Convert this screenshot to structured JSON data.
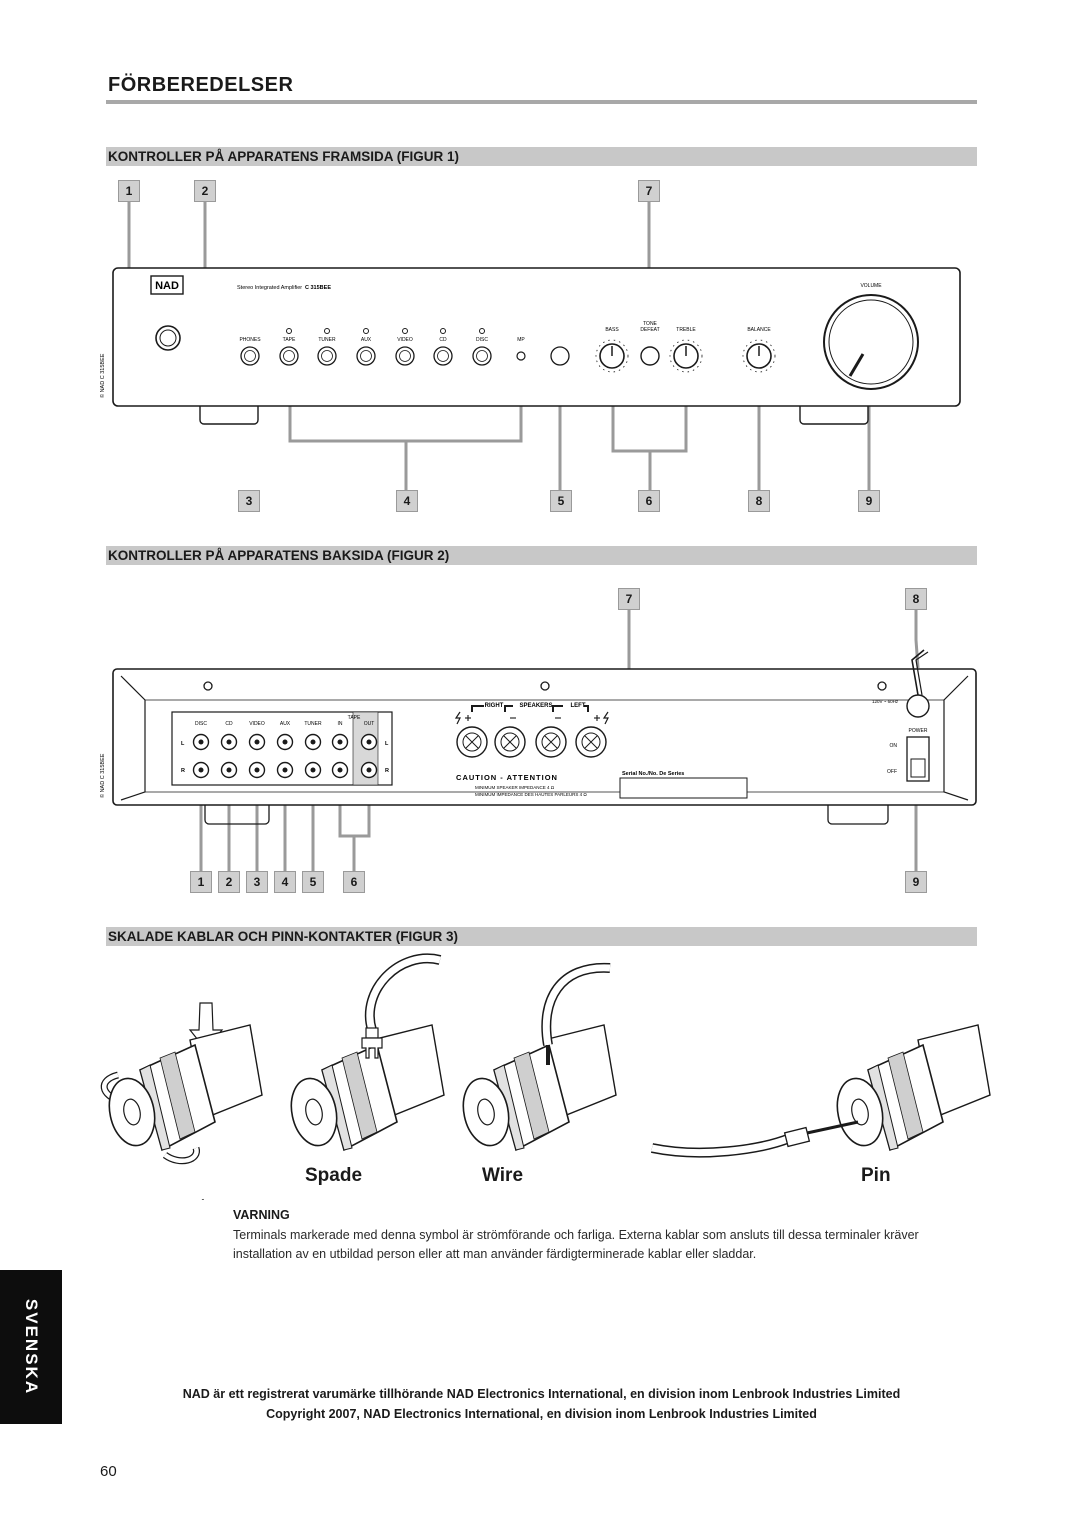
{
  "page_title": "FÖRBEREDELSER",
  "sections": {
    "front": "KONTROLLER PÅ APPARATENS FRAMSIDA (FIGUR 1)",
    "rear": "KONTROLLER PÅ APPARATENS BAKSIDA (FIGUR 2)",
    "cables": "SKALADE KABLAR OCH PINN-KONTAKTER (FIGUR 3)"
  },
  "fig1": {
    "top_badges": [
      "1",
      "2",
      "7"
    ],
    "bottom_badges": [
      "3",
      "4",
      "5",
      "6",
      "8",
      "9"
    ],
    "brand": "NAD",
    "model_prefix": "Stereo Integrated Amplifier",
    "model": "C 315BEE",
    "side_mark": "© NAD C 315BEE",
    "volume_label": "VOLUME",
    "input_labels": [
      "PHONES",
      "TAPE",
      "TUNER",
      "AUX",
      "VIDEO",
      "CD",
      "DISC",
      "MP"
    ],
    "tone_labels": [
      "BASS",
      "TONE",
      "DEFEAT",
      "TREBLE",
      "BALANCE"
    ]
  },
  "fig2": {
    "badges_right": [
      "7",
      "8"
    ],
    "badges_bottom": [
      "1",
      "2",
      "3",
      "4",
      "5",
      "6",
      "9"
    ],
    "side_mark": "© NAD C 315BEE",
    "tape_label": "TAPE",
    "jack_labels": [
      "DISC",
      "CD",
      "VIDEO",
      "AUX",
      "TUNER",
      "IN",
      "OUT"
    ],
    "channel_labels": [
      "L",
      "R"
    ],
    "speaker_labels": [
      "RIGHT",
      "SPEAKERS",
      "LEFT"
    ],
    "caution": "CAUTION - ATTENTION",
    "impedance_1": "MINIMUM SPEAKER IMPEDANCE 4 Ω",
    "impedance_2": "MINIMUM IMPEDANCE DES HAUTES PARLEURS 4 Ω",
    "serial": "Serial No./No. De Series",
    "mains": "120V ~ 60Hz",
    "power": "POWER",
    "on": "ON",
    "off": "OFF"
  },
  "fig3": {
    "labels": [
      "Spade",
      "Wire",
      "Pin"
    ]
  },
  "warning": {
    "heading": "VARNING",
    "text": "Terminals markerade med denna symbol är strömförande och farliga. Externa kablar som ansluts till dessa terminaler kräver installation av en utbildad person eller att man använder färdigterminerade kablar eller sladdar."
  },
  "footer": {
    "line1": "NAD är ett registrerat varumärke tillhörande NAD Electronics International, en division inom Lenbrook Industries Limited",
    "line2": "Copyright 2007, NAD Electronics International, en division inom Lenbrook Industries Limited"
  },
  "language_tab": "SVENSKA",
  "page_number": "60"
}
